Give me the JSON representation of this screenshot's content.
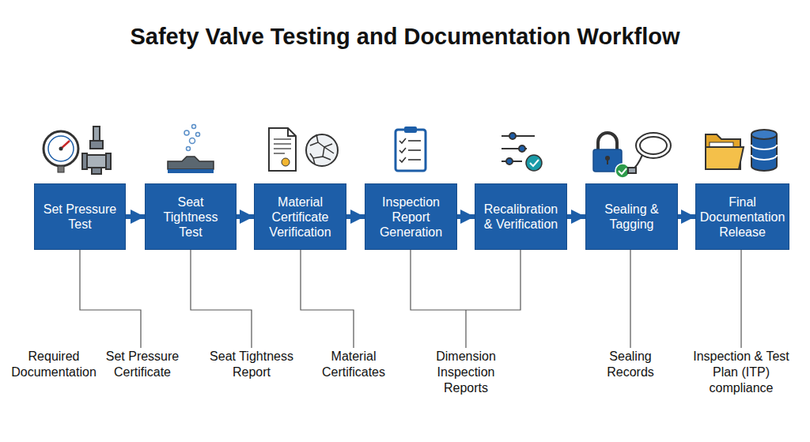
{
  "diagram": {
    "title": "Safety Valve Testing and Documentation Workflow",
    "nodes": [
      {
        "text": [
          "Set Pressure Test"
        ]
      },
      {
        "text": [
          "Seat Tightness Test"
        ]
      },
      {
        "text": [
          "Material Certificate Verification"
        ]
      },
      {
        "text": [
          "Inspection Report Generation"
        ]
      },
      {
        "text": [
          "Recalibration & Verification"
        ]
      },
      {
        "text": [
          "Sealing & Tagging"
        ]
      },
      {
        "text": [
          "Final Documentation Release"
        ]
      }
    ],
    "edges": [
      {
        "from": 0,
        "to": 1,
        "arrow": "to"
      },
      {
        "from": 1,
        "to": 2,
        "arrow": "to"
      },
      {
        "from": 2,
        "to": 3,
        "arrow": "to"
      },
      {
        "from": 3,
        "to": 4,
        "arrow": "to"
      },
      {
        "from": 4,
        "to": 5,
        "arrow": "to"
      },
      {
        "from": 5,
        "to": 6,
        "arrow": "to"
      }
    ],
    "labels": [
      "Required Documentation",
      "Set Pressure Certificate",
      "Seat Tightness Report",
      "Material Certificates",
      "Dimension Inspection Reports",
      "Sealing Records",
      "Inspection & Test Plan (ITP) compliance"
    ]
  }
}
